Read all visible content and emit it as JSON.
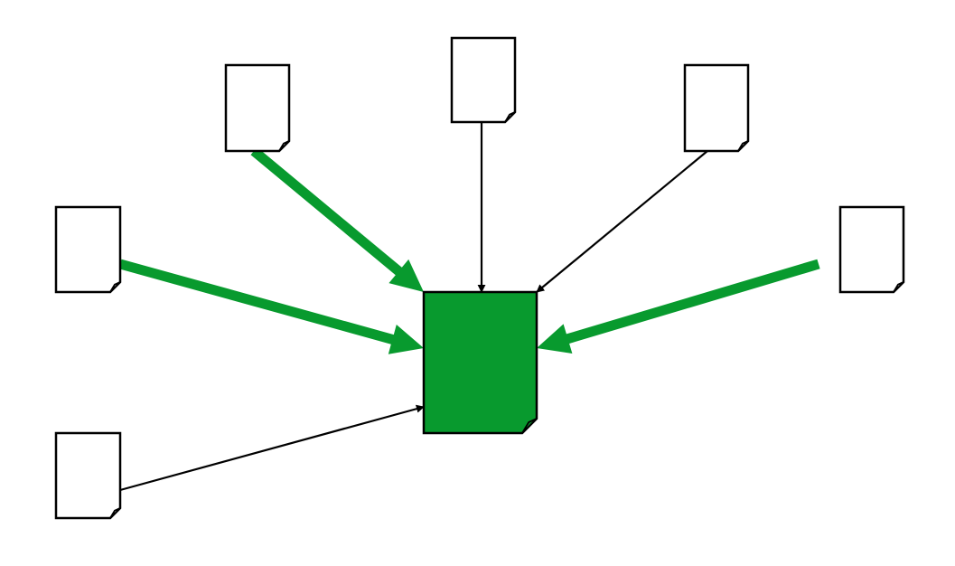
{
  "diagram": {
    "type": "link-graph",
    "colors": {
      "background": "#ffffff",
      "outline": "#000000",
      "highlight": "#089a2e",
      "page_fill": "#ffffff",
      "target_fill": "#089a2e"
    },
    "icons": {
      "page": "document-icon"
    },
    "target": {
      "name": "target-page",
      "highlighted": true
    },
    "sources": [
      {
        "name": "source-page-top-left",
        "link": "strong"
      },
      {
        "name": "source-page-top-center",
        "link": "normal"
      },
      {
        "name": "source-page-top-right",
        "link": "normal"
      },
      {
        "name": "source-page-middle-left",
        "link": "strong"
      },
      {
        "name": "source-page-middle-right",
        "link": "strong"
      },
      {
        "name": "source-page-bottom-left",
        "link": "normal"
      }
    ]
  }
}
